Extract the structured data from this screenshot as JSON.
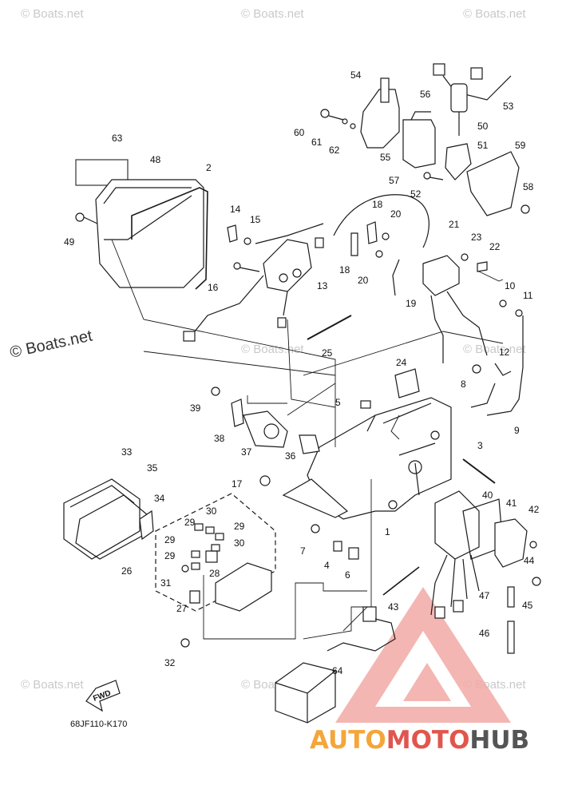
{
  "diagram": {
    "code": "68JF110-K170",
    "fwd_label": "FWD",
    "watermark": "© Boats.net",
    "brand": {
      "part1": "AUTO",
      "part2": "MOTO",
      "part3": "HUB",
      "color1": "#f4a63a",
      "color2": "#e0564e",
      "color3": "#555555"
    },
    "part_labels": {
      "p63": "63",
      "p48": "48",
      "p2": "2",
      "p49": "49",
      "p54": "54",
      "p56": "56",
      "p53": "53",
      "p50": "50",
      "p51": "51",
      "p59": "59",
      "p60": "60",
      "p61": "61",
      "p62": "62",
      "p55": "55",
      "p57": "57",
      "p52": "52",
      "p58": "58",
      "p14": "14",
      "p15": "15",
      "p18a": "18",
      "p20a": "20",
      "p21": "21",
      "p23": "23",
      "p22": "22",
      "p18b": "18",
      "p20b": "20",
      "p19": "19",
      "p16": "16",
      "p13": "13",
      "p10": "10",
      "p11": "11",
      "p25": "25",
      "p12": "12",
      "p8": "8",
      "p24": "24",
      "p5": "5",
      "p9": "9",
      "p39": "39",
      "p38": "38",
      "p37": "37",
      "p36": "36",
      "p3": "3",
      "p33": "33",
      "p35": "35",
      "p17": "17",
      "p34": "34",
      "p30a": "30",
      "p40": "40",
      "p41": "41",
      "p42": "42",
      "p29a": "29",
      "p29b": "29",
      "p30b": "30",
      "p29c": "29",
      "p1": "1",
      "p7": "7",
      "p4": "4",
      "p6": "6",
      "p44": "44",
      "p29d": "29",
      "p28": "28",
      "p26": "26",
      "p31": "31",
      "p47": "47",
      "p45": "45",
      "p27": "27",
      "p43": "43",
      "p46": "46",
      "p32": "32",
      "p64": "64"
    }
  }
}
